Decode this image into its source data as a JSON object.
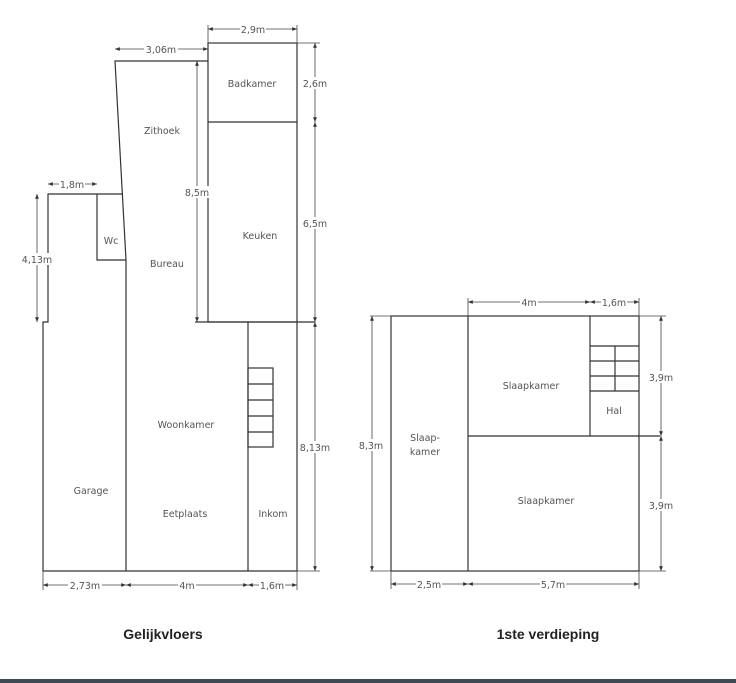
{
  "ground_floor": {
    "title": "Gelijkvloers",
    "rooms": {
      "badkamer": "Badkamer",
      "zithoek": "Zithoek",
      "wc": "Wc",
      "bureau": "Bureau",
      "keuken": "Keuken",
      "woonkamer": "Woonkamer",
      "garage": "Garage",
      "eetplaats": "Eetplaats",
      "inkom": "Inkom"
    },
    "dimensions": {
      "top_bath_width": "2,9m",
      "top_zithoek_width": "3,06m",
      "wc_width": "1,8m",
      "bath_height": "2,6m",
      "kitchen_height": "6,5m",
      "zithoek_height": "8,5m",
      "wc_side_height": "4,13m",
      "front_height": "8,13m",
      "garage_width": "2,73m",
      "living_width": "4m",
      "inkom_width": "1,6m"
    }
  },
  "first_floor": {
    "title": "1ste verdieping",
    "rooms": {
      "slaapkamer_top": "Slaapkamer",
      "hal": "Hal",
      "slaapkamer_left_1": "Slaap-",
      "slaapkamer_left_2": "kamer",
      "slaapkamer_bottom": "Slaapkamer"
    },
    "dimensions": {
      "top_room_width": "4m",
      "hal_width": "1,6m",
      "total_height": "8,3m",
      "top_height": "3,9m",
      "bottom_height": "3,9m",
      "left_width": "2,5m",
      "right_width": "5,7m"
    }
  }
}
